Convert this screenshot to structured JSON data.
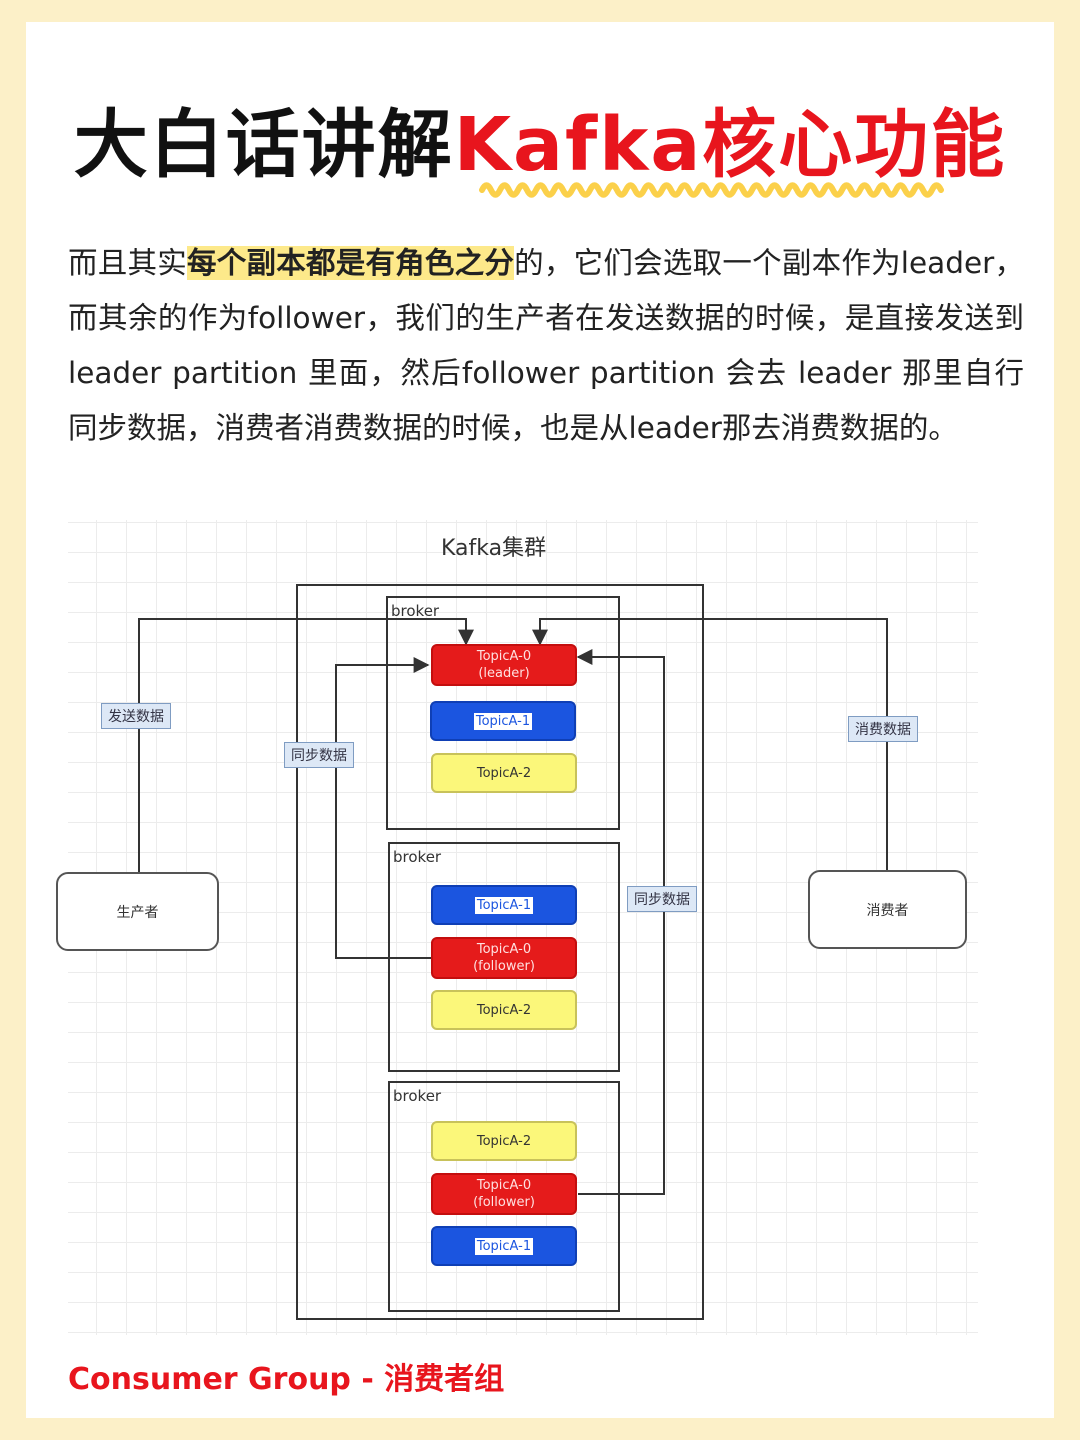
{
  "page": {
    "title_prefix": "大白话讲解",
    "title_accent": "Kafka核心功能",
    "colors": {
      "background": "#fcf0c8",
      "accent": "#e8151d",
      "highlight": "#fde98a"
    }
  },
  "paragraph": {
    "before": "而且其实",
    "highlight": "每个副本都是有角色之分",
    "after": "的，它们会选取一个副本作为leader，而其余的作为follower，我们的生产者在发送数据的时候，是直接发送到 leader partition 里面，然后follower partition 会去 leader 那里自行同步数据，消费者消费数据的时候，也是从leader那去消费数据的。"
  },
  "diagram": {
    "cluster_title": "Kafka集群",
    "brokers": [
      {
        "label": "broker",
        "partitions": [
          {
            "line1": "TopicA-0",
            "line2": "(leader)",
            "color": "red"
          },
          {
            "line1": "TopicA-1",
            "line2": "",
            "color": "blue"
          },
          {
            "line1": "TopicA-2",
            "line2": "",
            "color": "yellow"
          }
        ]
      },
      {
        "label": "broker",
        "partitions": [
          {
            "line1": "TopicA-1",
            "line2": "",
            "color": "blue"
          },
          {
            "line1": "TopicA-0",
            "line2": "(follower)",
            "color": "red"
          },
          {
            "line1": "TopicA-2",
            "line2": "",
            "color": "yellow"
          }
        ]
      },
      {
        "label": "broker",
        "partitions": [
          {
            "line1": "TopicA-2",
            "line2": "",
            "color": "yellow"
          },
          {
            "line1": "TopicA-0",
            "line2": "(follower)",
            "color": "red"
          },
          {
            "line1": "TopicA-1",
            "line2": "",
            "color": "blue"
          }
        ]
      }
    ],
    "producer": "生产者",
    "consumer": "消费者",
    "edge_labels": {
      "send": "发送数据",
      "sync_left": "同步数据",
      "sync_right": "同步数据",
      "consume": "消费数据"
    }
  },
  "footer": "Consumer Group - 消费者组"
}
